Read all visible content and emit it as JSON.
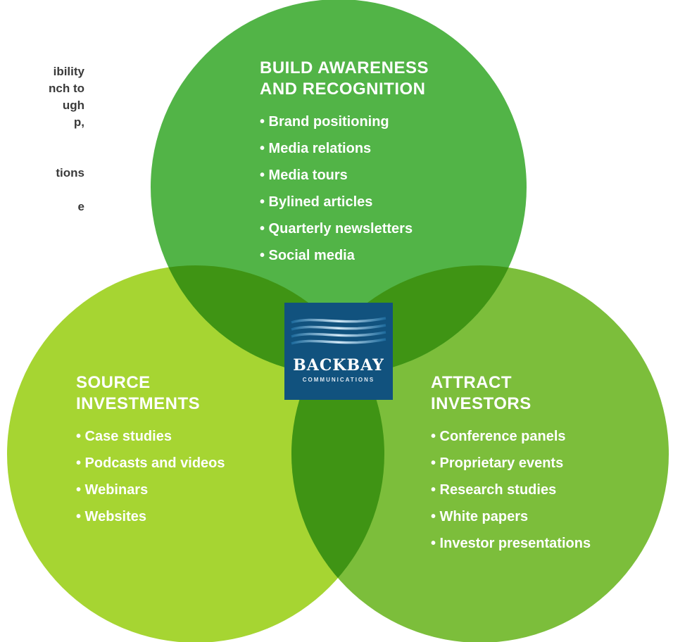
{
  "colors": {
    "top_circle": "#52b447",
    "left_circle": "#a6d532",
    "right_circle": "#7cbe3b",
    "overlap": "#3f9414",
    "text_left": "#3a3a3a",
    "logo_bg": "#11527e"
  },
  "left_text": {
    "lines": [
      "ibility",
      "nch to",
      "ugh",
      "p,",
      "",
      "",
      "tions",
      "",
      "e"
    ]
  },
  "circles": {
    "top": {
      "title_lines": [
        "BUILD AWARENESS",
        "AND RECOGNITION"
      ],
      "items": [
        "• Brand positioning",
        "• Media relations",
        "• Media tours",
        "• Bylined articles",
        "• Quarterly newsletters",
        "• Social media"
      ]
    },
    "left": {
      "title_lines": [
        "SOURCE",
        "INVESTMENTS"
      ],
      "items": [
        "• Case studies",
        "• Podcasts and videos",
        "• Webinars",
        "• Websites"
      ]
    },
    "right": {
      "title_lines": [
        "ATTRACT",
        "INVESTORS"
      ],
      "items": [
        "• Conference panels",
        "• Proprietary events",
        "• Research studies",
        "• White papers",
        "• Investor presentations"
      ]
    }
  },
  "logo": {
    "name": "BACKBAY",
    "sub": "COMMUNICATIONS",
    "icon": "wave-lines-icon"
  }
}
